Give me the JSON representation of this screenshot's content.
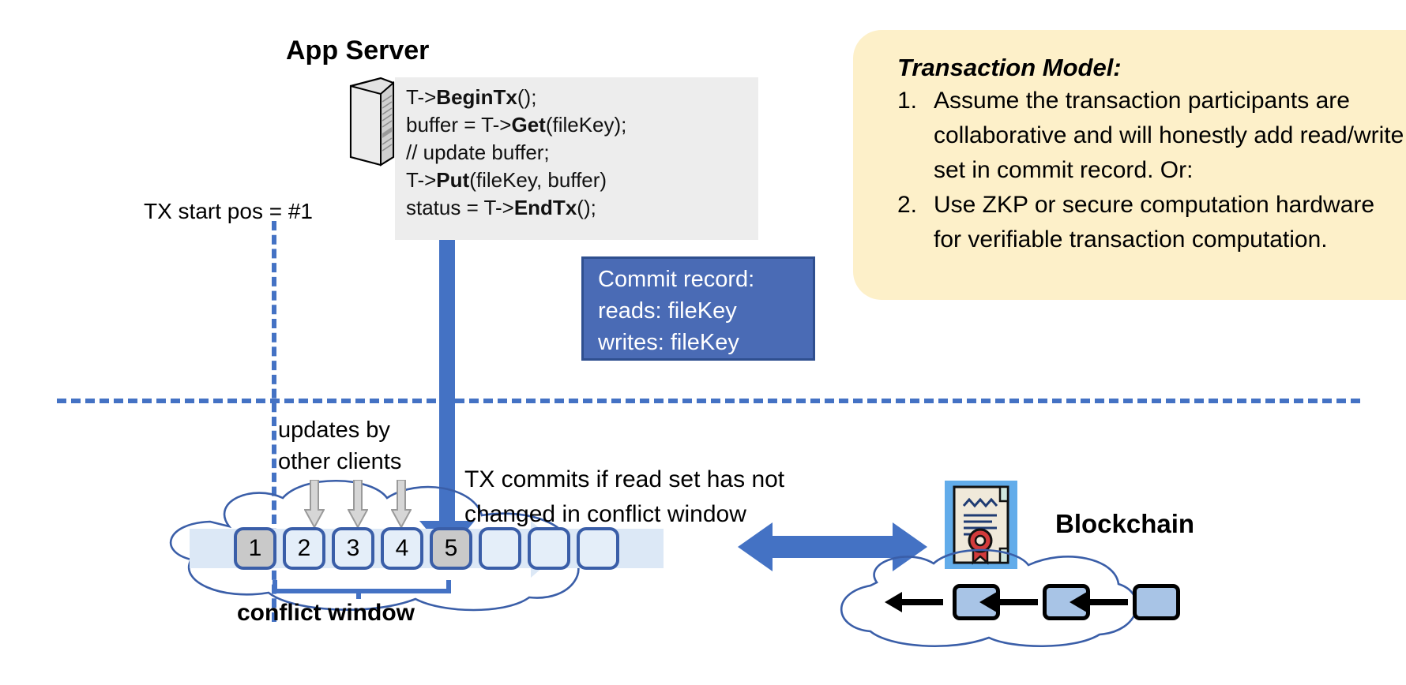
{
  "app_server": {
    "title": "App Server",
    "icon": "server-tower-icon",
    "code_lines": [
      {
        "plain1": "T->",
        "bold": "BeginTx",
        "plain2": "();"
      },
      {
        "plain1": "buffer = T->",
        "bold": "Get",
        "plain2": "(fileKey);"
      },
      {
        "plain1": "// update buffer;",
        "bold": "",
        "plain2": ""
      },
      {
        "plain1": "T->",
        "bold": "Put",
        "plain2": "(fileKey, buffer)"
      },
      {
        "plain1": "status = T->",
        "bold": "EndTx",
        "plain2": "();"
      }
    ]
  },
  "tx_start": {
    "label": "TX start pos = #1"
  },
  "commit_record": {
    "lines": [
      "Commit record:",
      "reads: fileKey",
      "writes: fileKey"
    ],
    "bg_color": "#4a6bb5",
    "border_color": "#2f4f8f"
  },
  "transaction_model": {
    "title": "Transaction Model:",
    "bg_color": "#fdf0c9",
    "items": [
      {
        "num": "1.",
        "text": "Assume the transaction participants are collaborative and will honestly add read/write set in commit record.  Or:"
      },
      {
        "num": "2.",
        "text": "Use ZKP or secure computation hardware for verifiable transaction computation."
      }
    ]
  },
  "log": {
    "updates_label": "updates by\nother clients",
    "updates_label_line1": "updates by",
    "updates_label_line2": "other clients",
    "commits_label_line1": "TX commits if read set has not",
    "commits_label_line2": "changed in conflict window",
    "conflict_window_label": "conflict window",
    "blocks": [
      {
        "label": "1",
        "state": "filled"
      },
      {
        "label": "2",
        "state": "empty"
      },
      {
        "label": "3",
        "state": "empty"
      },
      {
        "label": "4",
        "state": "empty"
      },
      {
        "label": "5",
        "state": "filled"
      },
      {
        "label": "",
        "state": "empty"
      },
      {
        "label": "",
        "state": "empty"
      },
      {
        "label": "",
        "state": "empty"
      }
    ],
    "accent_color": "#4472c4",
    "block_border_color": "#3a5ea8",
    "block_fill_color": "#c9c9c9",
    "block_empty_color": "#e4eef9"
  },
  "blockchain": {
    "label": "Blockchain",
    "cert_icon": "certificate-seal-icon",
    "cloud_icon": "cloud-icon",
    "chain_blocks": [
      "",
      "",
      ""
    ],
    "block_color": "#a8c4e6"
  }
}
